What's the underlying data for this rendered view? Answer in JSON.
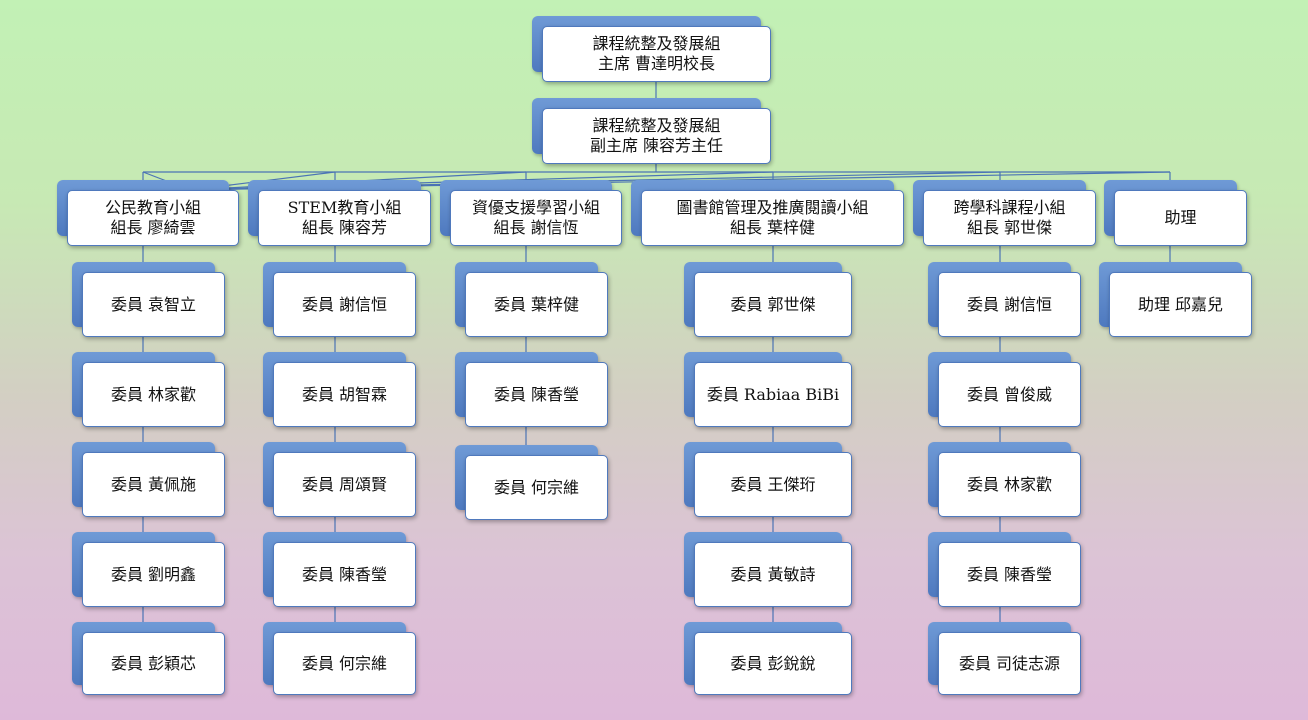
{
  "chair": {
    "line1": "課程統整及發展組",
    "line2": "主席 曹達明校長"
  },
  "vice_chair": {
    "line1": "課程統整及發展組",
    "line2": "副主席 陳容芳主任"
  },
  "groups": [
    {
      "name": "公民教育小組",
      "leader": "組長 廖綺雲",
      "members": [
        "委員 袁智立",
        "委員 林家歡",
        "委員 黃佩施",
        "委員 劉明鑫",
        "委員 彭穎芯"
      ]
    },
    {
      "name": "STEM教育小組",
      "leader": "組長 陳容芳",
      "members": [
        "委員 謝信恒",
        "委員 胡智霖",
        "委員 周頌賢",
        "委員 陳香瑩",
        "委員 何宗維"
      ]
    },
    {
      "name": "資優支援學習小組",
      "leader": "組長 謝信恆",
      "members": [
        "委員 葉梓健",
        "委員 陳香瑩",
        "委員 何宗維"
      ]
    },
    {
      "name": "圖書館管理及推廣閱讀小組",
      "leader": "組長 葉梓健",
      "members": [
        "委員 郭世傑",
        "委員 Rabiaa BiBi",
        "委員 王傑珩",
        "委員 黃敏詩",
        "委員 彭銳銳"
      ]
    },
    {
      "name": "跨學科課程小組",
      "leader": "組長 郭世傑",
      "members": [
        "委員 謝信恒",
        "委員 曾俊威",
        "委員 林家歡",
        "委員 陳香瑩",
        "委員 司徒志源"
      ]
    },
    {
      "name": "助理",
      "leader": "",
      "members": [
        "助理 邱嘉兒"
      ]
    }
  ]
}
